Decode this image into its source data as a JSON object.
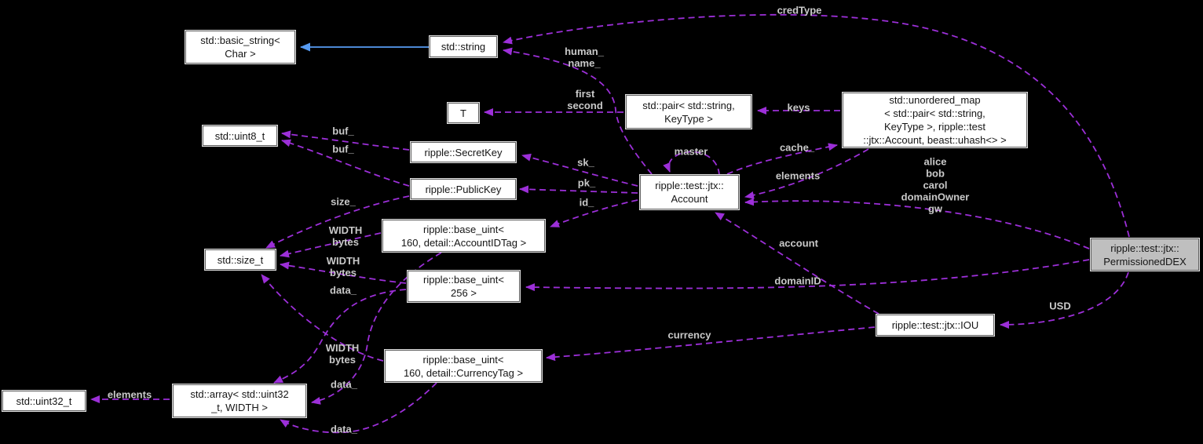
{
  "diagram": {
    "type": "doxygen-collaboration-graph",
    "highlighted_node": "ripple::test::jtx::PermissionedDEX",
    "colors": {
      "background": "#000000",
      "dashed_edge": "#9c2fd8",
      "inheritance_edge": "#579bf2",
      "node_bg": "#ffffff",
      "node_border": "#5f5f5f",
      "highlight_node_bg": "#bfbfbf",
      "edge_label": "#c9c9c9",
      "node_text": "#151515"
    },
    "nodes": {
      "basic_string": {
        "label": "std::basic_string<\nChar >"
      },
      "string": {
        "label": "std::string"
      },
      "t": {
        "label": "T"
      },
      "pair": {
        "label": "std::pair< std::string,\nKeyType >"
      },
      "unordered_map": {
        "label": "std::unordered_map\n< std::pair< std::string,\nKeyType >, ripple::test\n::jtx::Account, beast::uhash<> >"
      },
      "uint8_t": {
        "label": "std::uint8_t"
      },
      "secret_key": {
        "label": "ripple::SecretKey"
      },
      "public_key": {
        "label": "ripple::PublicKey"
      },
      "account": {
        "label": "ripple::test::jtx::\nAccount"
      },
      "base_uint_account_id": {
        "label": "ripple::base_uint<\n160, detail::AccountIDTag >"
      },
      "size_t": {
        "label": "std::size_t"
      },
      "base_uint_256": {
        "label": "ripple::base_uint<\n256 >"
      },
      "permissioned_dex": {
        "label": "ripple::test::jtx::\nPermissionedDEX"
      },
      "iou": {
        "label": "ripple::test::jtx::IOU"
      },
      "base_uint_currency": {
        "label": "ripple::base_uint<\n160, detail::CurrencyTag >"
      },
      "uint32_t": {
        "label": "std::uint32_t"
      },
      "array": {
        "label": "std::array< std::uint32\n_t, WIDTH >"
      }
    },
    "edge_labels": {
      "credtype": "credType",
      "human_name": "human_\nname_",
      "first_second": "first\nsecond",
      "keys": "keys",
      "buf_sk": "buf_",
      "buf_pk": "buf_",
      "master": "master",
      "cache": "cache_",
      "sk": "sk_",
      "pk": "pk_",
      "id": "id_",
      "elements_map": "elements",
      "accounts": "alice\nbob\ncarol\ndomainOwner\ngw",
      "size": "size_",
      "width_bytes_1": "WIDTH\nbytes",
      "width_bytes_2": "WIDTH\nbytes",
      "data_1": "data_",
      "account": "account",
      "domain_id": "domainID",
      "usd": "USD",
      "currency": "currency",
      "width_bytes_3": "WIDTH\nbytes",
      "data_2": "data_",
      "elements_array": "elements",
      "data_3": "data_"
    }
  }
}
